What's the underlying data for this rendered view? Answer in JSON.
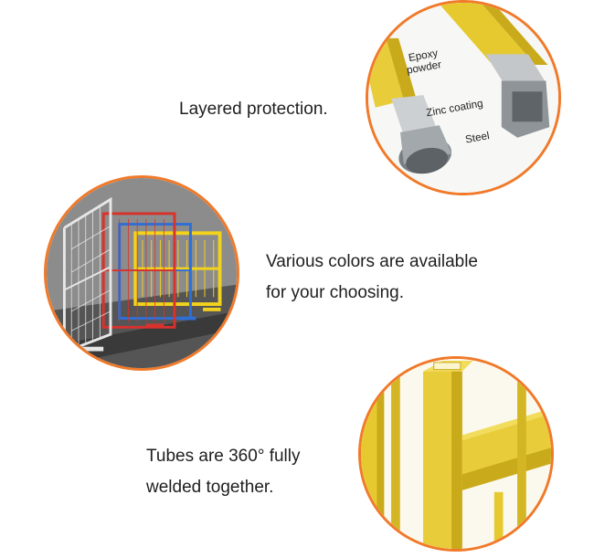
{
  "sections": [
    {
      "lines": [
        "Layered protection."
      ]
    },
    {
      "lines": [
        "Various colors are available",
        "for your choosing."
      ]
    },
    {
      "lines": [
        "Tubes are 360° fully",
        "welded together."
      ]
    }
  ],
  "layer_labels": {
    "epoxy_1": "Epoxy",
    "epoxy_2": "powder",
    "zinc": "Zinc coating",
    "steel": "Steel"
  },
  "colors": {
    "accent_border": "#f07a2a",
    "epoxy_yellow": "#e8cc3a",
    "zinc_silver": "#b8bcc0",
    "steel_grey": "#6e7378",
    "fence_red": "#d8322c",
    "fence_blue": "#2e6fd6",
    "fence_yellow": "#f2d21c",
    "fence_white": "#e6e6e6"
  },
  "icons": [
    "layered-tube-illustration",
    "fence-colors-illustration",
    "welded-tube-illustration"
  ]
}
